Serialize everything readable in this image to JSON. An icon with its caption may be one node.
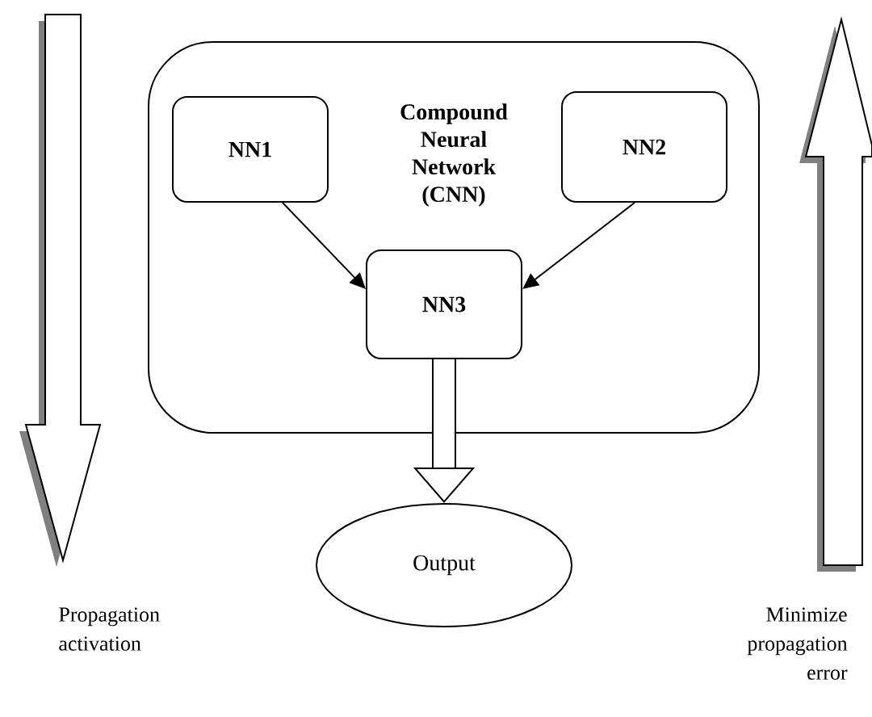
{
  "diagram": {
    "nodes": [
      {
        "text": [
          "Compound Neural Network (CNN)"
        ]
      },
      {
        "text": [
          "NN1"
        ],
        "in": 0
      },
      {
        "text": [
          "NN2"
        ],
        "in": 0
      },
      {
        "text": [
          "NN3"
        ],
        "in": 0
      },
      {
        "text": [
          "Output"
        ]
      }
    ],
    "edges": [
      {
        "from": 1,
        "to": 3,
        "arrow": "to"
      },
      {
        "from": 2,
        "to": 3,
        "arrow": "to"
      },
      {
        "from": 3,
        "to": 4,
        "arrow": "to",
        "style": "thick"
      }
    ],
    "labels": [
      "Propagation activation",
      "Minimize propagation error"
    ]
  }
}
